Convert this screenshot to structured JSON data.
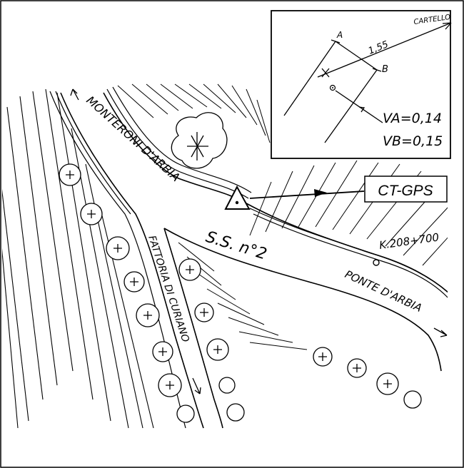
{
  "map": {
    "roads": {
      "road_north": "MONTERONI D'ARBIA",
      "road_east": "PONTE D'ARBIA",
      "road_south": "FATTORIA DI CURIANO",
      "highway": "S.S. n°2"
    },
    "marker": {
      "kilometer": "K.208+700",
      "gps_label": "CT-GPS"
    },
    "inset": {
      "direction": "CARTELLO",
      "point_a": "A",
      "point_b": "B",
      "distance": "1,55",
      "va": "VA=0,14",
      "vb": "VB=0,15"
    }
  },
  "colors": {
    "ink": "#000000",
    "paper": "#ffffff"
  }
}
